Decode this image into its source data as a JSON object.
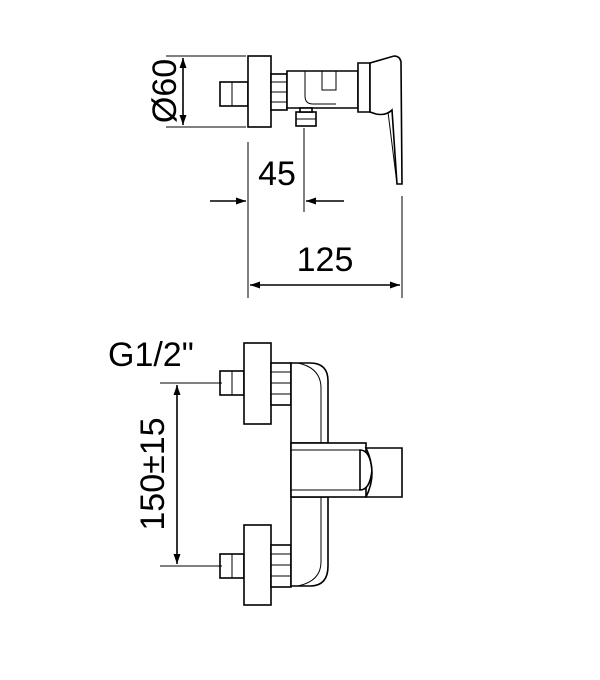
{
  "dimensions": {
    "diameter": "Ø60",
    "offset": "45",
    "depth": "125",
    "thread": "G1/2\"",
    "centers": "150±15"
  },
  "colors": {
    "line": "#000000",
    "background": "#ffffff"
  }
}
